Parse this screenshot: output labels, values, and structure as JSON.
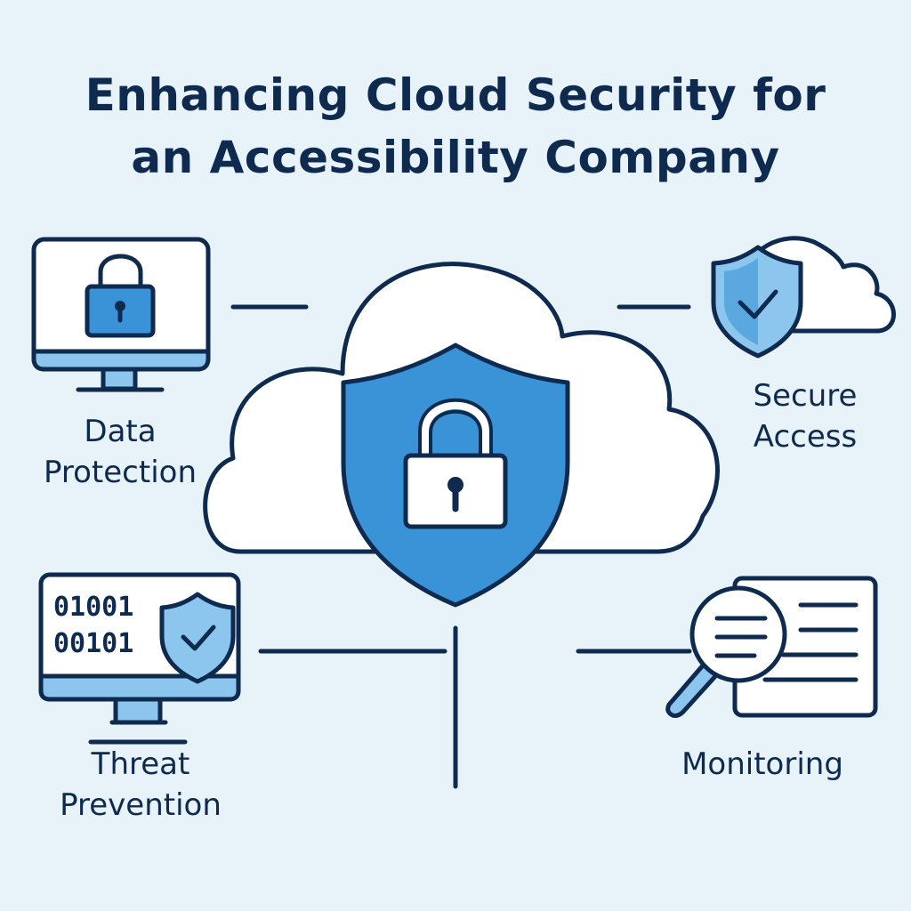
{
  "title": {
    "line1": "Enhancing Cloud Security for",
    "line2": "an Accessibility Company"
  },
  "nodes": {
    "data_protection": {
      "line1": "Data",
      "line2": "Protection",
      "icon": "monitor-lock-icon"
    },
    "secure_access": {
      "line1": "Secure",
      "line2": "Access",
      "icon": "cloud-shield-check-icon"
    },
    "threat_prevention": {
      "line1": "Threat",
      "line2": "Prevention",
      "icon": "monitor-binary-shield-icon",
      "binary1": "01001",
      "binary2": "00101"
    },
    "monitoring": {
      "label": "Monitoring",
      "icon": "document-magnifier-icon"
    },
    "center": {
      "icon": "cloud-shield-lock-icon"
    }
  },
  "colors": {
    "background": "#e7f3f8",
    "navy": "#0e2a4f",
    "blue": "#3a93d6",
    "light_blue": "#8cc6ee"
  }
}
